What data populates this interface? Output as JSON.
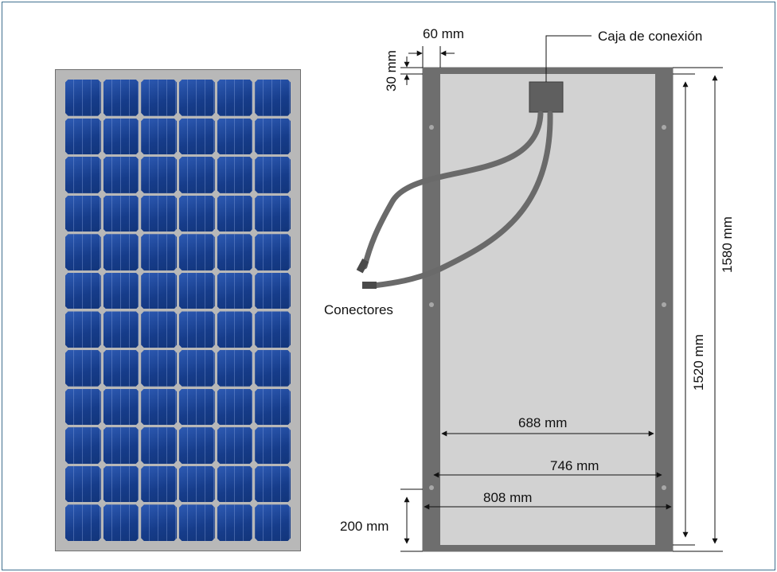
{
  "labels": {
    "junction_box": "Caja de conexión",
    "connectors": "Conectores",
    "dim_60": "60 mm",
    "dim_30": "30 mm",
    "dim_1580": "1580 mm",
    "dim_1520": "1520 mm",
    "dim_688": "688 mm",
    "dim_746": "746 mm",
    "dim_808": "808 mm",
    "dim_200": "200 mm"
  },
  "front_panel": {
    "cell_columns": 6,
    "cell_rows": 12
  },
  "colors": {
    "frame_border": "#3f6f8f",
    "cell_blue": "#1b3f8c",
    "panel_gray": "#b8b8b8",
    "rail_gray": "#6e6e6e",
    "back_sheet": "#d2d2d2"
  }
}
